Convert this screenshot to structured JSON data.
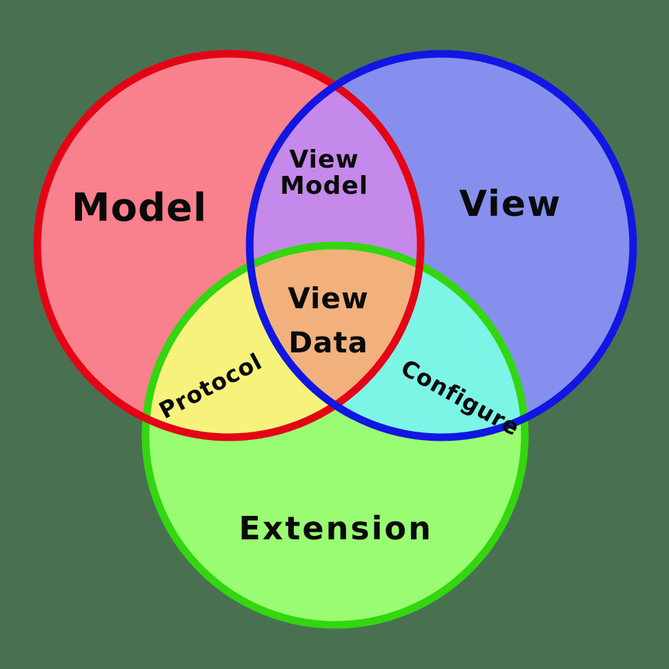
{
  "diagram": {
    "type": "venn",
    "sets": [
      "Model",
      "View",
      "Extension"
    ],
    "overlaps": [
      {
        "sets": [
          "Model",
          "View"
        ],
        "label": "View Model"
      },
      {
        "sets": [
          "Model",
          "Extension"
        ],
        "label": "Protocol"
      },
      {
        "sets": [
          "View",
          "Extension"
        ],
        "label": "Configure"
      },
      {
        "sets": [
          "Model",
          "View",
          "Extension"
        ],
        "label": "View Data"
      }
    ]
  },
  "labels": {
    "model": "Model",
    "view": "View",
    "extension": "Extension",
    "view_model": [
      "View",
      "Model"
    ],
    "view_data": [
      "View",
      "Data"
    ],
    "protocol": "Protocol",
    "configure": "Configure"
  },
  "colors": {
    "background": "#4a7052",
    "model_fill": "#f9808d",
    "model_stroke": "#e40415",
    "view_fill": "#868fee",
    "view_stroke": "#1116e2",
    "extension_fill": "#99fc72",
    "extension_stroke": "#33d610",
    "model_view_fill": "#c489ea",
    "model_extension_fill": "#f6f27c",
    "view_extension_fill": "#7cf4e6",
    "center_fill": "#f2b17c",
    "text": "#0a0a0a"
  }
}
